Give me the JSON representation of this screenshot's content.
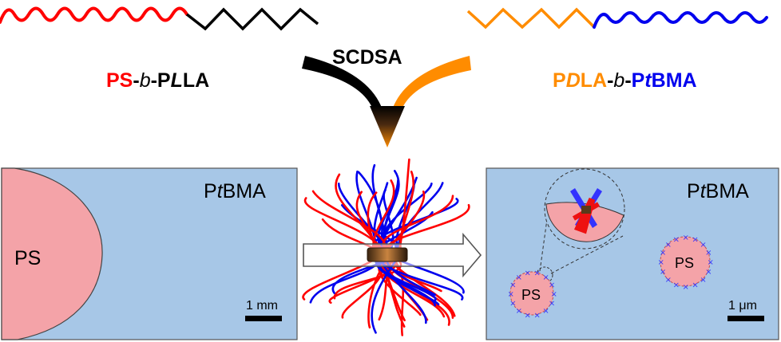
{
  "top": {
    "process_label": "SCDSA",
    "left_polymer": {
      "block1": "PS",
      "sep1": "-",
      "b": "b",
      "sep2": "-P",
      "L": "L",
      "LA": "LA",
      "colors": {
        "block1": "#ff0000",
        "rest": "#000000"
      }
    },
    "right_polymer": {
      "P1": "P",
      "D": "D",
      "LA": "LA",
      "sep1": "-",
      "b": "b",
      "sep2": "-",
      "P2": "P",
      "t": "t",
      "BMA": "BMA",
      "colors": {
        "PDLA": "#ff8c00",
        "PtBMA": "#0000ee",
        "sep": "#000000"
      }
    }
  },
  "left_panel": {
    "matrix_label_P": "P",
    "matrix_label_t": "t",
    "matrix_label_BMA": "BMA",
    "domain_label": "PS",
    "scale_bar": "1 mm",
    "colors": {
      "matrix": "#a7c7e7",
      "domain": "#f4a3a8"
    }
  },
  "right_panel": {
    "matrix_label_P": "P",
    "matrix_label_t": "t",
    "matrix_label_BMA": "BMA",
    "particle_small_label": "PS",
    "particle_large_label": "PS",
    "scale_bar": "1 μm",
    "colors": {
      "matrix": "#a7c7e7",
      "particle": "#f4a3a8",
      "marker": "#3333ff"
    }
  },
  "colors": {
    "ps_chain": "#ff0000",
    "plla_chain": "#000000",
    "pdla_chain": "#ff8c00",
    "ptbma_chain": "#0000ee",
    "arrow_black": "#000000",
    "arrow_orange": "#ff8c00"
  }
}
